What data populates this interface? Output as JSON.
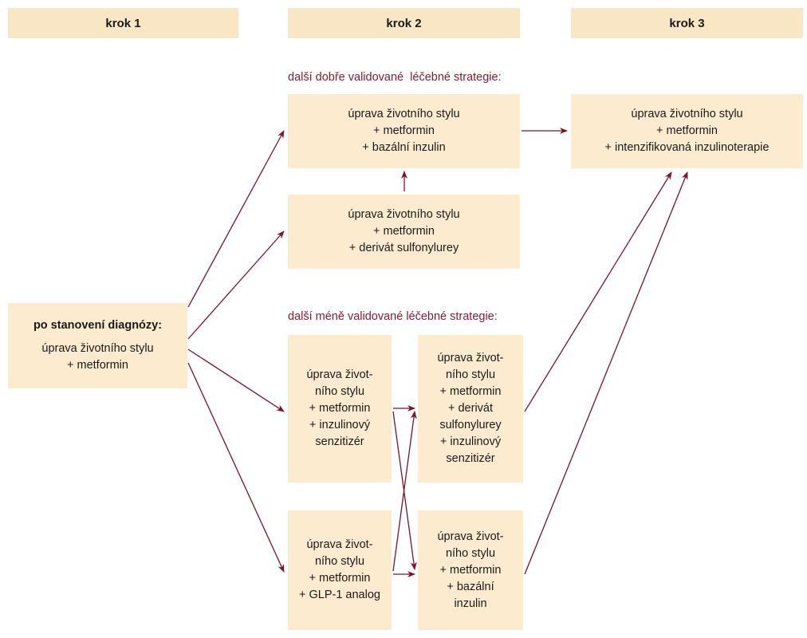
{
  "headers": {
    "step1": "krok 1",
    "step2": "krok 2",
    "step3": "krok 3"
  },
  "sections": {
    "well_validated": "další dobře validované  léčebné strategie:",
    "less_validated": "další méně validované léčebné strategie:"
  },
  "colors": {
    "box_fill": "#fdebd0",
    "header_fill": "#f8e6c5",
    "arrow": "#7a1328",
    "section_text": "#8a1c32"
  },
  "boxes": {
    "diagnosis": {
      "heading": "po stanovení diagnózy:",
      "lines": [
        "úprava životního stylu",
        "+ metformin"
      ]
    },
    "basal_insulin": {
      "lines": [
        "úprava životního stylu",
        "+ metformin",
        "+ bazální inzulin"
      ]
    },
    "sulfonylurea": {
      "lines": [
        "úprava životního stylu",
        "+ metformin",
        "+ derivát sulfonylurey"
      ]
    },
    "intensified": {
      "lines": [
        "úprava životního stylu",
        "+ metformin",
        "+ intenzifikovaná inzulinoterapie"
      ]
    },
    "sensitizer": {
      "lines": [
        "úprava život-",
        "ního stylu",
        "+ metformin",
        "+ inzulinový",
        "senzitizér"
      ]
    },
    "glp1": {
      "lines": [
        "úprava život-",
        "ního stylu",
        "+ metformin",
        "+ GLP-1 analog"
      ]
    },
    "triple": {
      "lines": [
        "úprava život-",
        "ního stylu",
        "+ metformin",
        "+ derivát",
        "sulfonylurey",
        "+ inzulinový",
        "senzitizér"
      ]
    },
    "basal_small": {
      "lines": [
        "úprava život-",
        "ního stylu",
        "+ metformin",
        "+ bazální",
        "inzulin"
      ]
    }
  }
}
